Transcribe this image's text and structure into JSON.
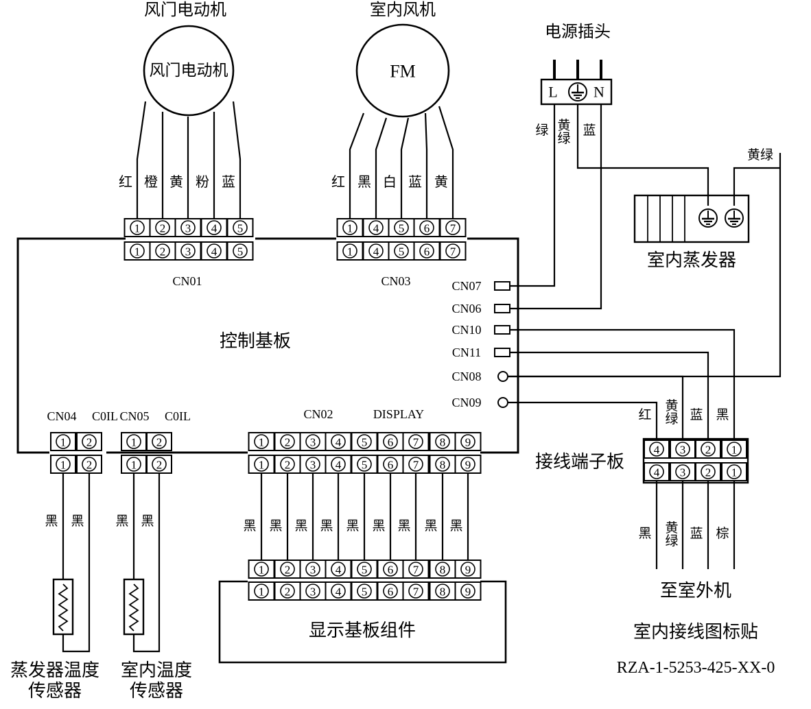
{
  "title": "室内接线图标贴",
  "part_number": "RZA-1-5253-425-XX-0",
  "board": {
    "label": "控制基板"
  },
  "damper_motor": {
    "title": "风门电动机",
    "inner_label": "风门电动机",
    "wires": [
      "红",
      "橙",
      "黄",
      "粉",
      "蓝"
    ],
    "connector": "CN01",
    "pins": [
      "1",
      "2",
      "3",
      "4",
      "5"
    ]
  },
  "indoor_fan": {
    "title": "室内风机",
    "inner_label": "FM",
    "wires": [
      "红",
      "黑",
      "白",
      "蓝",
      "黄"
    ],
    "connector": "CN03",
    "pins": [
      "1",
      "4",
      "5",
      "6",
      "7"
    ]
  },
  "power_plug": {
    "title": "电源插头",
    "terminals": [
      "L",
      "N"
    ],
    "wires": [
      "绿",
      "黄绿",
      "蓝"
    ]
  },
  "evaporator": {
    "label": "室内蒸发器",
    "ground_wire": "黄绿"
  },
  "side_connectors": [
    "CN07",
    "CN06",
    "CN10",
    "CN11",
    "CN08",
    "CN09"
  ],
  "coil_connectors": [
    {
      "name": "CN04",
      "tag": "C0IL",
      "pins": [
        "1",
        "2"
      ],
      "wires": [
        "黑",
        "黑"
      ]
    },
    {
      "name": "CN05",
      "tag": "C0IL",
      "pins": [
        "1",
        "2"
      ],
      "wires": [
        "黑",
        "黑"
      ]
    }
  ],
  "display_connector": {
    "name": "CN02",
    "tag": "DISPLAY",
    "pins": [
      "1",
      "2",
      "3",
      "4",
      "5",
      "6",
      "7",
      "8",
      "9"
    ],
    "wires": [
      "黑",
      "黑",
      "黑",
      "黑",
      "黑",
      "黑",
      "黑",
      "黑",
      "黑"
    ]
  },
  "display_board": {
    "label": "显示基板组件"
  },
  "terminal_block": {
    "label": "接线端子板",
    "pins": [
      "4",
      "3",
      "2",
      "1"
    ],
    "top_wires": [
      "红",
      "黄绿",
      "蓝",
      "黑"
    ],
    "bottom_wires": [
      "黑",
      "黄绿",
      "蓝",
      "棕"
    ]
  },
  "outdoor": {
    "label": "至室外机"
  },
  "sensors": [
    {
      "line1": "蒸发器温度",
      "line2": "传感器"
    },
    {
      "line1": "室内温度",
      "line2": "传感器"
    }
  ]
}
